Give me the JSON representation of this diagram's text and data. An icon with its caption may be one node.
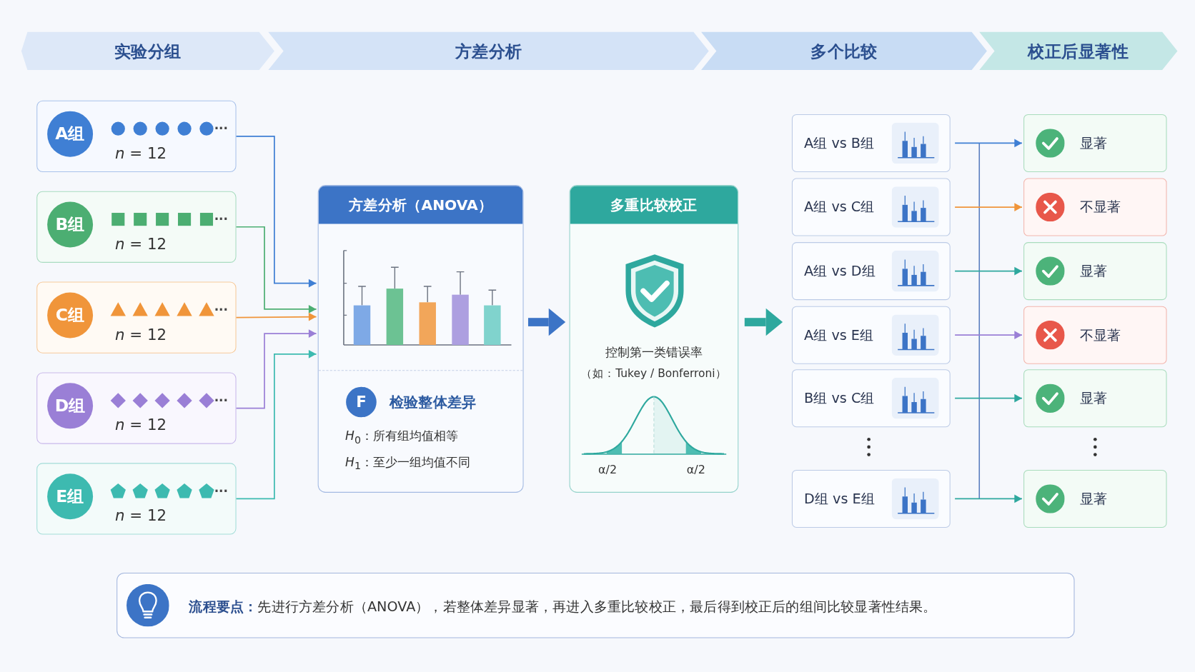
{
  "diagram": {
    "nodes": [
      {
        "text": [
          "实验分组"
        ]
      },
      {
        "text": [
          "方差分析"
        ]
      },
      {
        "text": [
          "多个比较"
        ]
      },
      {
        "text": [
          "校正后显著性"
        ]
      },
      {
        "text": [
          "A组",
          "...",
          "*n* = 12"
        ]
      },
      {
        "text": [
          "B组",
          "...",
          "*n* = 12"
        ]
      },
      {
        "text": [
          "C组",
          "...",
          "*n* = 12"
        ]
      },
      {
        "text": [
          "D组",
          "...",
          "*n* = 12"
        ]
      },
      {
        "text": [
          "E组",
          "...",
          "*n* = 12"
        ]
      },
      {
        "text": [
          "方差分析（ANOVA）",
          "F",
          "检验整体差异",
          "*H*$_{0}$：所有组均值相等",
          "*H*$_{1}$：至少一组均值不同"
        ]
      },
      {
        "text": [
          "多重比较校正",
          "控制第一类错误率",
          "（如：Tukey / Bonferroni）",
          "α/2",
          "α/2"
        ]
      },
      {
        "text": [
          "A组 vs B组"
        ]
      },
      {
        "text": [
          "A组 vs C组"
        ]
      },
      {
        "text": [
          "A组 vs D组"
        ]
      },
      {
        "text": [
          "A组 vs E组"
        ]
      },
      {
        "text": [
          "B组 vs C组"
        ]
      },
      {
        "text": [
          "D组 vs E组"
        ]
      },
      {
        "text": [
          "显著"
        ]
      },
      {
        "text": [
          "不显著"
        ]
      },
      {
        "text": [
          "显著"
        ]
      },
      {
        "text": [
          "不显著"
        ]
      },
      {
        "text": [
          "显著"
        ]
      },
      {
        "text": [
          "显著"
        ]
      },
      {
        "text": [
          "**流程要点：**先进行方差分析（ANOVA），若整体差异显著，再进入多重比较校正，最后得到校正后的组间比较显著性结果。"
        ]
      }
    ],
    "edges": [
      {
        "from": 4,
        "to": 9,
        "arrow": "to",
        "color": "#3f7fd4"
      },
      {
        "from": 5,
        "to": 9,
        "arrow": "to",
        "color": "#4cae72"
      },
      {
        "from": 6,
        "to": 9,
        "arrow": "to",
        "color": "#f0953a"
      },
      {
        "from": 7,
        "to": 9,
        "arrow": "to",
        "color": "#9a7fd6"
      },
      {
        "from": 8,
        "to": 9,
        "arrow": "to",
        "color": "#3dbab0"
      },
      {
        "from": 9,
        "to": 10,
        "arrow": "to",
        "style": "thick",
        "color": "#3c74c6"
      },
      {
        "from": 10,
        "to": 13,
        "arrow": "to",
        "style": "thick",
        "color": "#2ea89e"
      },
      {
        "from": 11,
        "to": 17,
        "arrow": "to",
        "color": "#3f7fd4"
      },
      {
        "from": 12,
        "to": 18,
        "arrow": "to",
        "color": "#f0953a"
      },
      {
        "from": 13,
        "to": 19,
        "arrow": "to",
        "color": "#2ea89e"
      },
      {
        "from": 14,
        "to": 20,
        "arrow": "to",
        "color": "#9a7fd6"
      },
      {
        "from": 15,
        "to": 21,
        "arrow": "to",
        "color": "#2ea89e"
      },
      {
        "from": 16,
        "to": 22,
        "arrow": "to",
        "color": "#2ea89e"
      }
    ]
  }
}
